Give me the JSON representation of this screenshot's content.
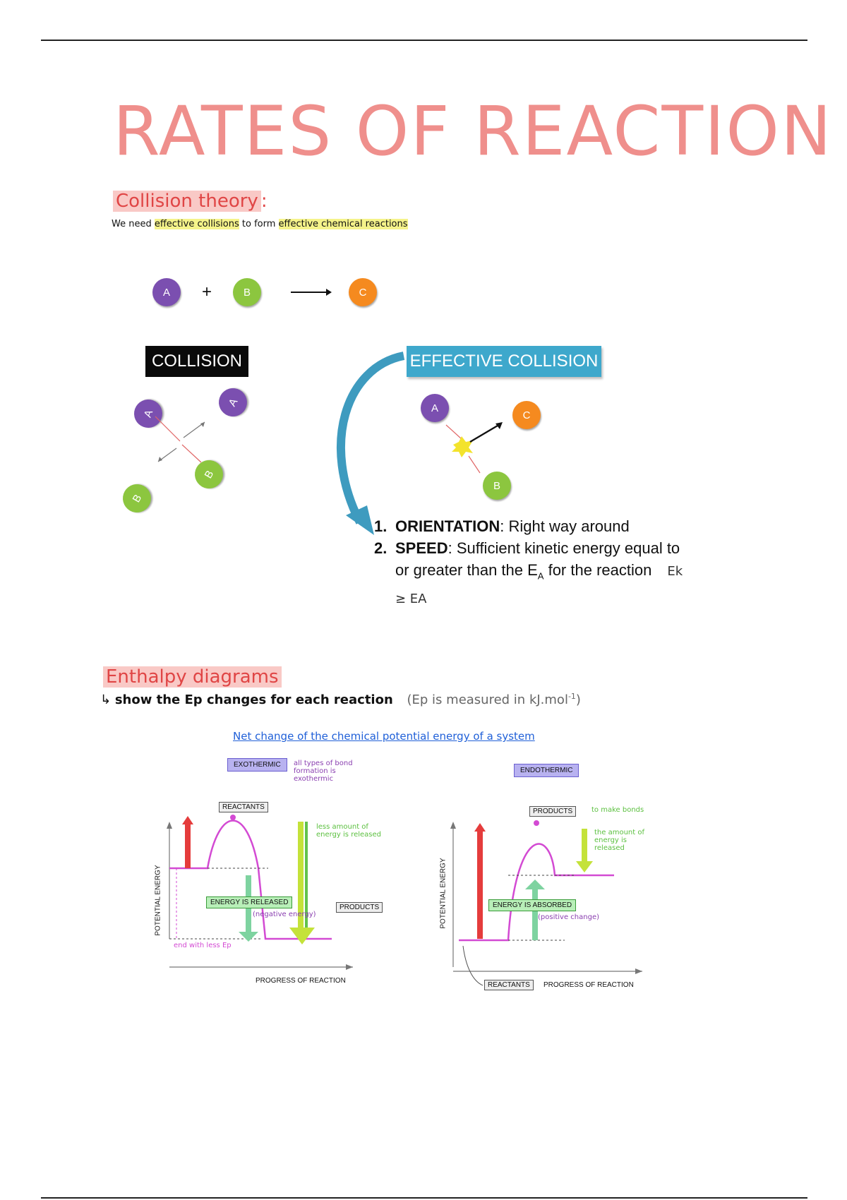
{
  "title": "RATES OF REACTION",
  "collision_theory": {
    "heading": "Collision theory",
    "heading_suffix": ":",
    "intro_prefix": "We need ",
    "intro_hl1": "effective collisions",
    "intro_mid": " to form ",
    "intro_hl2": "effective chemical reactions"
  },
  "equation": {
    "a": "A",
    "plus": "+",
    "b": "B",
    "c": "C"
  },
  "collision_label": "COLLISION",
  "effective_label": "EFFECTIVE COLLISION",
  "list": [
    {
      "num": "1.",
      "bold": "ORIENTATION",
      "text": ": Right way around"
    },
    {
      "num": "2.",
      "bold": "SPEED",
      "text": ": Sufficient kinetic energy equal to or greater than the E",
      "sub": "A",
      "tail": " for the reaction",
      "note": "Ek ≥ EA"
    }
  ],
  "enthalpy": {
    "heading": "Enthalpy diagrams",
    "line_arrow": "↳",
    "line_text": "show the Ep changes for each reaction",
    "line_note": "(Ep is measured in kJ.mol",
    "line_note_sup": "-1",
    "line_note_end": ")",
    "subheading": "Net change of the chemical potential energy of a system"
  },
  "exo": {
    "title": "EXOTHERMIC",
    "note": "all types of bond formation is exothermic",
    "reactants": "REACTANTS",
    "products": "PRODUCTS",
    "released": "ENERGY IS RELEASED",
    "released_note": "(negative energy)",
    "end_note": "end with less Ep",
    "less_note": "less amount of energy is released",
    "y_axis": "POTENTIAL ENERGY",
    "x_axis": "PROGRESS OF REACTION"
  },
  "endo": {
    "title": "ENDOTHERMIC",
    "products": "PRODUCTS",
    "products_note": "to make bonds",
    "reactants": "REACTANTS",
    "absorbed": "ENERGY IS ABSORBED",
    "absorbed_note": "(positive change)",
    "amount_note": "the amount of energy is released",
    "y_axis": "POTENTIAL ENERGY",
    "x_axis": "PROGRESS OF REACTION"
  },
  "colors": {
    "title": "#ef8f8c",
    "heading": "#e04545",
    "purple_ball": "#7b4fb0",
    "green_ball": "#8cc63f",
    "orange_ball": "#f58a1f",
    "banner_blue": "#3ea8cc",
    "curve": "#d34ad3"
  }
}
